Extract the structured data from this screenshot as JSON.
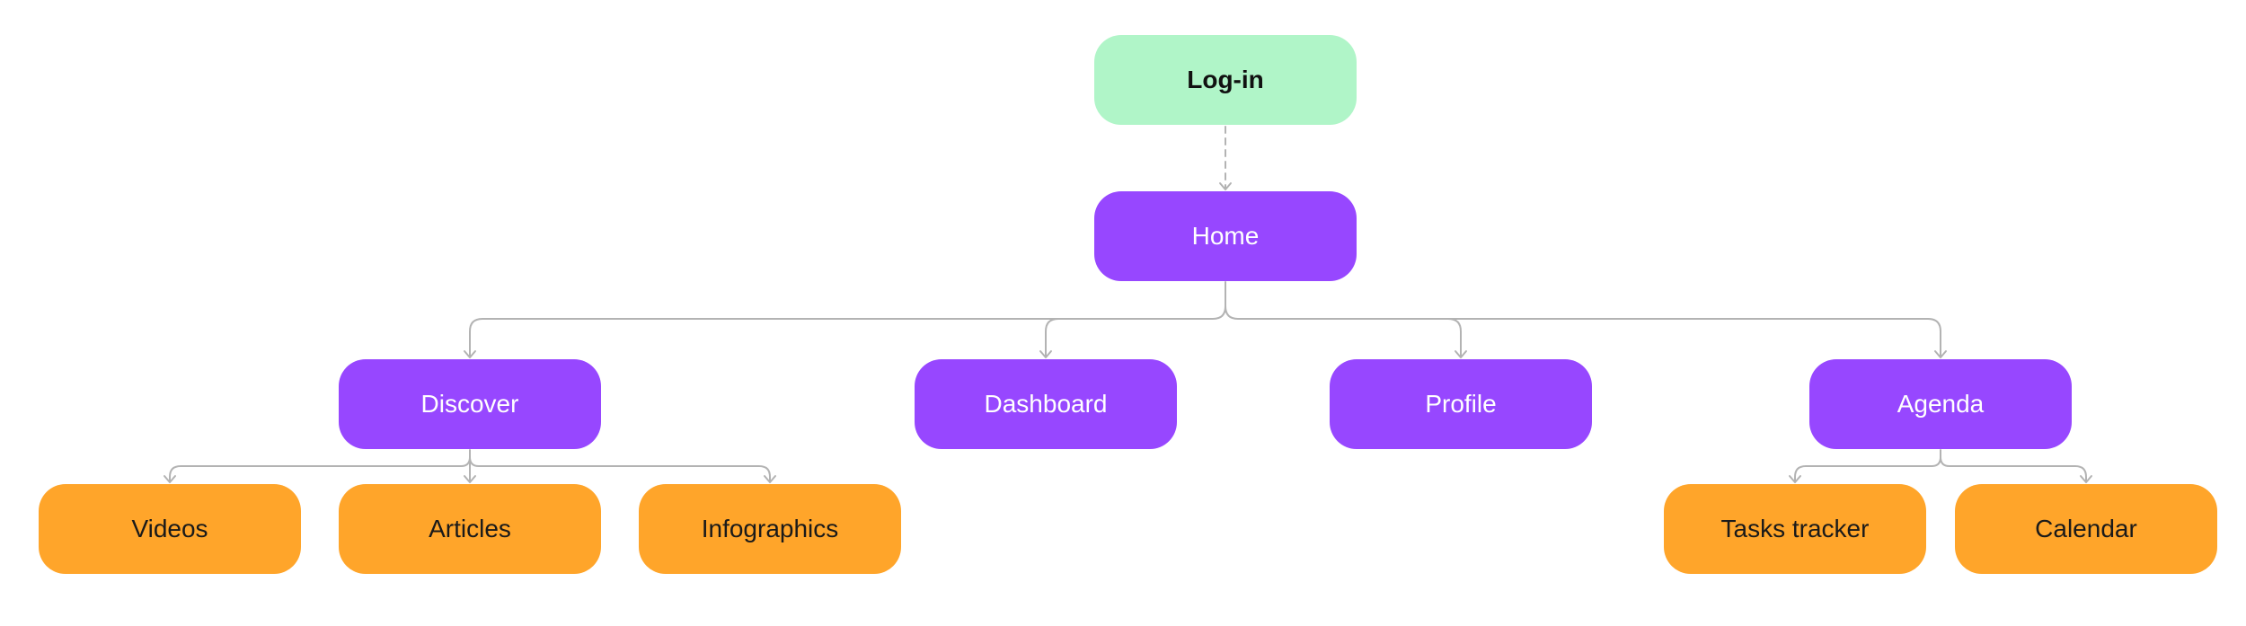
{
  "colors": {
    "login_fill": "#b0f5c8",
    "section_fill": "#9747ff",
    "subpage_fill": "#ffa52a",
    "connector": "#b3b3b3"
  },
  "nodes": {
    "login": "Log-in",
    "home": "Home",
    "discover": "Discover",
    "dashboard": "Dashboard",
    "profile": "Profile",
    "agenda": "Agenda",
    "videos": "Videos",
    "articles": "Articles",
    "infographics": "Infographics",
    "tasks_tracker": "Tasks tracker",
    "calendar": "Calendar"
  },
  "edges": [
    {
      "from": "login",
      "to": "home",
      "style": "dashed"
    },
    {
      "from": "home",
      "to": "discover",
      "style": "solid"
    },
    {
      "from": "home",
      "to": "dashboard",
      "style": "solid"
    },
    {
      "from": "home",
      "to": "profile",
      "style": "solid"
    },
    {
      "from": "home",
      "to": "agenda",
      "style": "solid"
    },
    {
      "from": "discover",
      "to": "videos",
      "style": "solid"
    },
    {
      "from": "discover",
      "to": "articles",
      "style": "solid"
    },
    {
      "from": "discover",
      "to": "infographics",
      "style": "solid"
    },
    {
      "from": "agenda",
      "to": "tasks_tracker",
      "style": "solid"
    },
    {
      "from": "agenda",
      "to": "calendar",
      "style": "solid"
    }
  ]
}
